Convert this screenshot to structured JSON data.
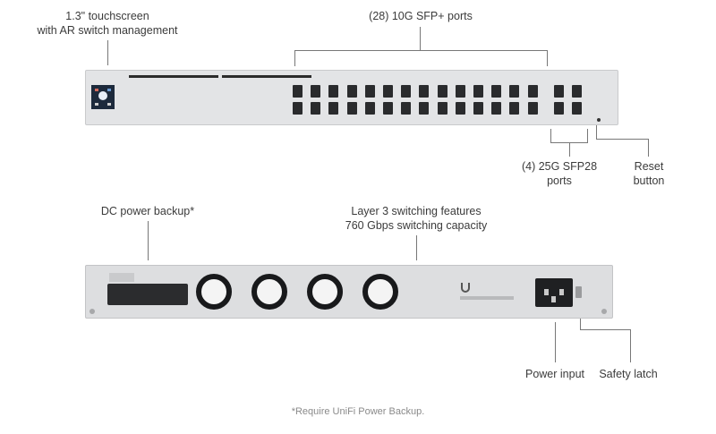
{
  "callouts": {
    "touchscreen_line1": "1.3\" touchscreen",
    "touchscreen_line2": "with AR switch management",
    "sfp_plus": "(28) 10G SFP+ ports",
    "sfp28_line1": "(4) 25G SFP28",
    "sfp28_line2": "ports",
    "reset_line1": "Reset",
    "reset_line2": "button",
    "dc_power": "DC power backup*",
    "layer3_line1": "Layer 3 switching features",
    "layer3_line2": "760 Gbps switching capacity",
    "power_input": "Power input",
    "safety_latch": "Safety latch"
  },
  "footnote": "*Require UniFi Power Backup.",
  "front_panel": {
    "sfp_plus_count": 28,
    "sfp28_count": 4
  },
  "rear_panel": {
    "fan_count": 4
  },
  "colors": {
    "chassis": "#e3e4e6",
    "port": "#2a2b2d",
    "text": "#3b3b3b",
    "leader": "#777777"
  }
}
